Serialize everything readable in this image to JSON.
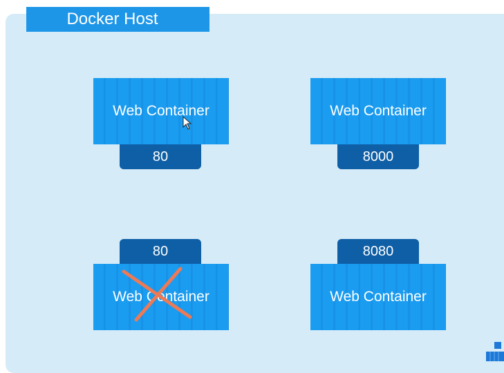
{
  "host": {
    "label": "Docker Host"
  },
  "containers": [
    {
      "label": "Web Container",
      "port": "80"
    },
    {
      "label": "Web Container",
      "port": "8000"
    },
    {
      "label": "Web Container",
      "port": "80"
    },
    {
      "label": "Web Container",
      "port": "8080"
    }
  ],
  "colors": {
    "host_bg": "#d6ebf8",
    "container": "#1a9cf0",
    "port": "#0f5fa6",
    "cross": "#ee7a55"
  }
}
